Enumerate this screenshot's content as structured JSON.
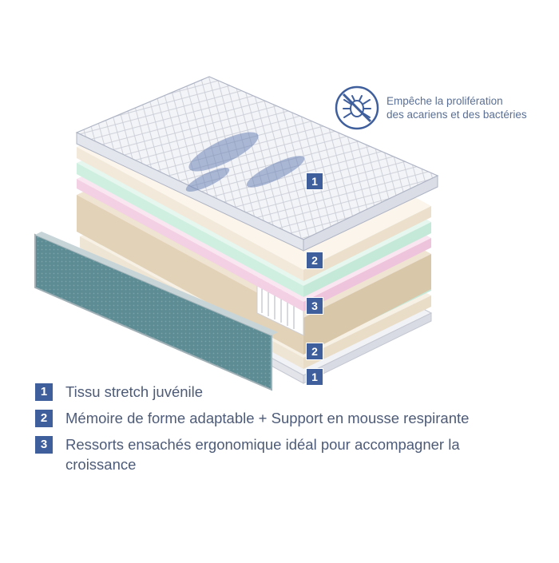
{
  "callout": {
    "icon": "anti-mite-icon",
    "line1": "Empêche la prolifération",
    "line2": "des acariens et des bactéries"
  },
  "layer_tags": [
    "1",
    "2",
    "3",
    "2",
    "1"
  ],
  "legend": [
    {
      "num": "1",
      "text": "Tissu stretch juvénile"
    },
    {
      "num": "2",
      "text": "Mémoire de forme adaptable + Support en mousse respirante"
    },
    {
      "num": "3",
      "text": "Ressorts ensachés ergonomique idéal pour accompagner la croissance"
    }
  ],
  "colors": {
    "accent": "#3f5e9c",
    "text": "#4d5b78",
    "mint": "#d4f1e6",
    "pink": "#f4cbe3",
    "beige": "#e7d8c3",
    "teal_fabric": "#5a8b93"
  }
}
